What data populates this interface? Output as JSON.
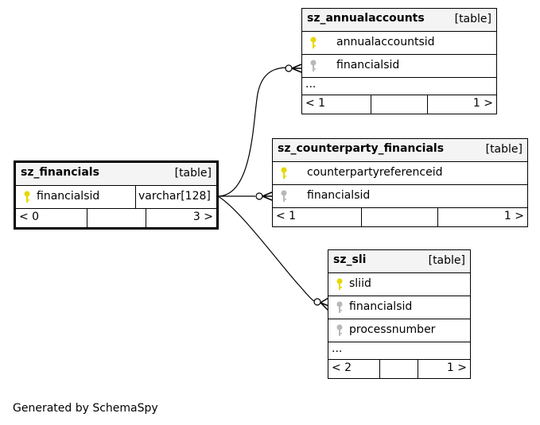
{
  "tables": {
    "annual": {
      "name": "sz_annualaccounts",
      "type": "[table]",
      "columns": [
        {
          "name": "annualaccountsid",
          "key": "primary"
        },
        {
          "name": "financialsid",
          "key": "foreign"
        }
      ],
      "ellipsis": "...",
      "footer": {
        "left": "< 1",
        "right": "1 >"
      }
    },
    "counterparty": {
      "name": "sz_counterparty_financials",
      "type": "[table]",
      "columns": [
        {
          "name": "counterpartyreferenceid",
          "key": "primary"
        },
        {
          "name": "financialsid",
          "key": "foreign"
        }
      ],
      "footer": {
        "left": "< 1",
        "right": "1 >"
      }
    },
    "financials": {
      "name": "sz_financials",
      "type": "[table]",
      "columns": [
        {
          "name": "financialsid",
          "key": "primary",
          "datatype": "varchar[128]"
        }
      ],
      "footer": {
        "left": "< 0",
        "right": "3 >"
      }
    },
    "sli": {
      "name": "sz_sli",
      "type": "[table]",
      "columns": [
        {
          "name": "sliid",
          "key": "primary"
        },
        {
          "name": "financialsid",
          "key": "foreign"
        },
        {
          "name": "processnumber",
          "key": "foreign"
        }
      ],
      "ellipsis": "...",
      "footer": {
        "left": "< 2",
        "right": "1 >"
      }
    }
  },
  "colors": {
    "primary_key": "#e6d800",
    "foreign_key": "#b8b8b8",
    "header_bg": "#f4f4f4"
  },
  "footer_text": "Generated by SchemaSpy"
}
